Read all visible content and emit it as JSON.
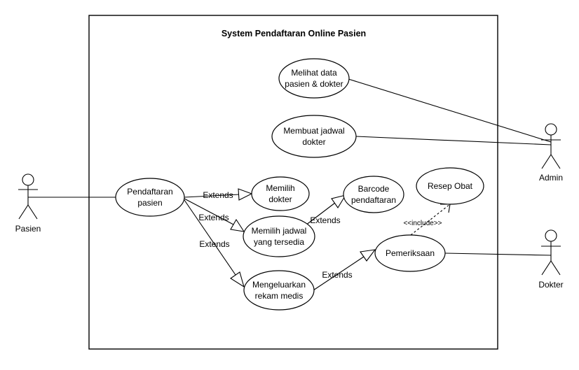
{
  "system": {
    "title": "System Pendaftaran Online Pasien"
  },
  "actors": {
    "pasien": "Pasien",
    "admin": "Admin",
    "dokter": "Dokter"
  },
  "use_cases": {
    "melihat_data": [
      "Melihat data",
      "pasien & dokter"
    ],
    "membuat_jadwal": [
      "Membuat jadwal",
      "dokter"
    ],
    "pendaftaran": [
      "Pendaftaran",
      "pasien"
    ],
    "memilih_dokter": [
      "Memilih",
      "dokter"
    ],
    "barcode": [
      "Barcode",
      "pendaftaran"
    ],
    "resep_obat": [
      "Resep Obat"
    ],
    "memilih_jadwal": [
      "Memilih jadwal",
      "yang tersedia"
    ],
    "pemeriksaan": [
      "Pemeriksaan"
    ],
    "rekam_medis": [
      "Mengeluarkan",
      "rekam medis"
    ]
  },
  "relation_labels": {
    "extends": "Extends",
    "include": "<<include>>"
  }
}
